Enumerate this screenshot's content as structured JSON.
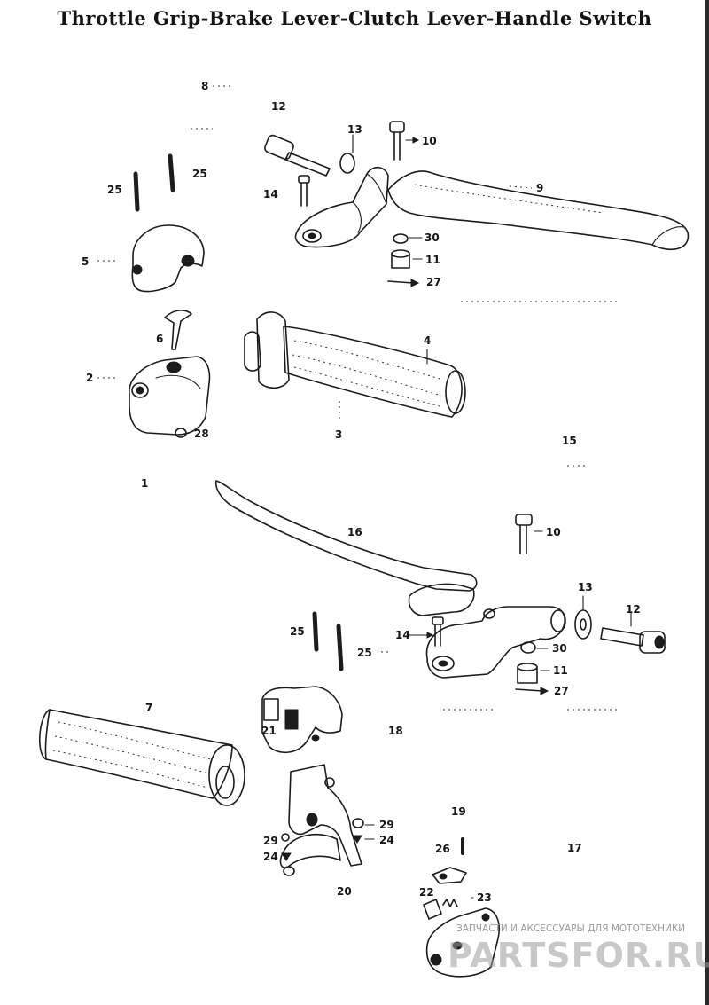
{
  "title": "Throttle Grip-Brake Lever-Clutch Lever-Handle Switch",
  "callouts": [
    {
      "id": "c-8-top",
      "text": "8"
    },
    {
      "id": "c-12-top",
      "text": "12"
    },
    {
      "id": "c-13-top",
      "text": "13"
    },
    {
      "id": "c-10-top",
      "text": "10"
    },
    {
      "id": "c-25-top-left",
      "text": "25"
    },
    {
      "id": "c-25-top-right",
      "text": "25"
    },
    {
      "id": "c-14-top",
      "text": "14"
    },
    {
      "id": "c-9",
      "text": "9"
    },
    {
      "id": "c-30-top",
      "text": "30"
    },
    {
      "id": "c-11-top",
      "text": "11"
    },
    {
      "id": "c-27-top",
      "text": "27"
    },
    {
      "id": "c-5",
      "text": "5"
    },
    {
      "id": "c-6",
      "text": "6"
    },
    {
      "id": "c-4",
      "text": "4"
    },
    {
      "id": "c-2",
      "text": "2"
    },
    {
      "id": "c-28-top",
      "text": "28"
    },
    {
      "id": "c-3",
      "text": "3"
    },
    {
      "id": "c-15",
      "text": "15"
    },
    {
      "id": "c-1",
      "text": "1"
    },
    {
      "id": "c-16",
      "text": "16"
    },
    {
      "id": "c-10-bottom",
      "text": "10"
    },
    {
      "id": "c-13-bottom",
      "text": "13"
    },
    {
      "id": "c-12-bottom",
      "text": "12"
    },
    {
      "id": "c-25-bottom-left",
      "text": "25"
    },
    {
      "id": "c-25-bottom-right",
      "text": "25"
    },
    {
      "id": "c-14-bottom",
      "text": "14"
    },
    {
      "id": "c-30-bottom",
      "text": "30"
    },
    {
      "id": "c-11-bottom",
      "text": "11"
    },
    {
      "id": "c-27-bottom",
      "text": "27"
    },
    {
      "id": "c-7",
      "text": "7"
    },
    {
      "id": "c-21",
      "text": "21"
    },
    {
      "id": "c-18",
      "text": "18"
    },
    {
      "id": "c-29-right",
      "text": "29"
    },
    {
      "id": "c-24-right",
      "text": "24"
    },
    {
      "id": "c-29-left",
      "text": "29"
    },
    {
      "id": "c-24-left",
      "text": "24"
    },
    {
      "id": "c-20",
      "text": "20"
    },
    {
      "id": "c-19",
      "text": "19"
    },
    {
      "id": "c-26",
      "text": "26"
    },
    {
      "id": "c-17",
      "text": "17"
    },
    {
      "id": "c-22",
      "text": "22"
    },
    {
      "id": "c-23",
      "text": "23"
    }
  ],
  "watermark": {
    "tagline": "ЗАПЧАСТИ И АКСЕССУАРЫ ДЛЯ МОТОТЕХНИКИ",
    "brand": "PARTSFOR.RU"
  },
  "colors": {
    "ink": "#1c1c1c",
    "background": "#ffffff",
    "watermark": "#9a9a9a"
  }
}
